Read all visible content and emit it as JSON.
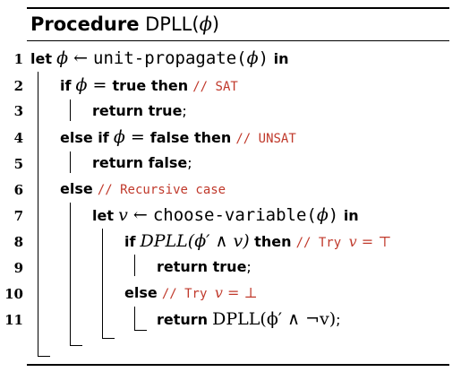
{
  "title": {
    "keyword": "Procedure",
    "name": "DPLL(",
    "arg": "ϕ",
    "close": ")"
  },
  "line_numbers": [
    "1",
    "2",
    "3",
    "4",
    "5",
    "6",
    "7",
    "8",
    "9",
    "10",
    "11"
  ],
  "lines": {
    "l1": {
      "kw_let": "let",
      "var": "ϕ",
      "arrow": " ← ",
      "func": "unit-propagate(",
      "arg": "ϕ",
      "close": ")",
      "kw_in": " in"
    },
    "l2": {
      "kw_if": "if",
      "var": "ϕ",
      "eq": " = ",
      "kw_val": "true",
      "kw_then": " then",
      "comment": "// SAT"
    },
    "l3": {
      "kw": "return true",
      "punct": ";"
    },
    "l4": {
      "kw_else_if": "else if",
      "var": "ϕ",
      "eq": " = ",
      "kw_val": "false",
      "kw_then": " then",
      "comment": "// UNSAT"
    },
    "l5": {
      "kw": "return false",
      "punct": ";"
    },
    "l6": {
      "kw_else": "else",
      "comment": "// Recursive case"
    },
    "l7": {
      "kw_let": "let",
      "var": "v",
      "arrow": " ← ",
      "func": "choose-variable(",
      "arg": "ϕ",
      "close": ")",
      "kw_in": " in"
    },
    "l8": {
      "kw_if": "if",
      "call": "DPLL(ϕ′ ∧ v)",
      "kw_then": " then",
      "comment": "// Try ",
      "cvar": "v",
      "cval": " = ⊤"
    },
    "l9": {
      "kw": "return true",
      "punct": ";"
    },
    "l10": {
      "kw_else": "else",
      "comment": "// Try ",
      "cvar": "v",
      "cval": " = ⊥"
    },
    "l11": {
      "kw_return": "return",
      "call": "DPLL(ϕ′ ∧ ¬v)",
      "punct": ";"
    }
  }
}
